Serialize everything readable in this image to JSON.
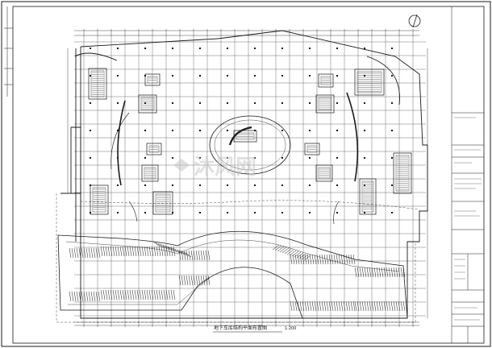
{
  "drawing": {
    "title": "地下车库结构平面布置图",
    "scale": "1:200",
    "north_symbol": "north-arrow",
    "watermark": "沐风网"
  },
  "colors": {
    "line": "#1a1a1a",
    "grid": "#3a3a3a",
    "watermark": "#c8c8c8"
  }
}
